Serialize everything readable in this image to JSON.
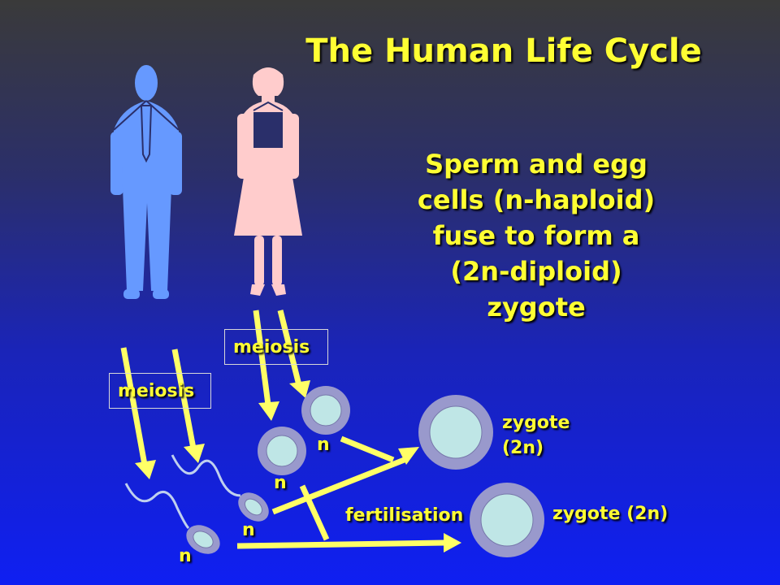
{
  "title": "The Human Life Cycle",
  "description_lines": [
    "Sperm and egg",
    "cells (n-haploid)",
    "fuse to form a",
    "(2n-diploid)",
    "zygote"
  ],
  "labels": {
    "meiosis_male": "meiosis",
    "meiosis_female": "meiosis",
    "haploid": "n",
    "fertilisation": "fertilisation",
    "zygote_upper_line1": "zygote",
    "zygote_upper_line2": "(2n)",
    "zygote_lower": "zygote (2n)"
  },
  "colors": {
    "text_yellow": "#ffff33",
    "male_blue": "#6699ff",
    "female_pink": "#ffcccc",
    "cell_fill": "#bfe6e6",
    "cell_ring": "#9999cc"
  }
}
